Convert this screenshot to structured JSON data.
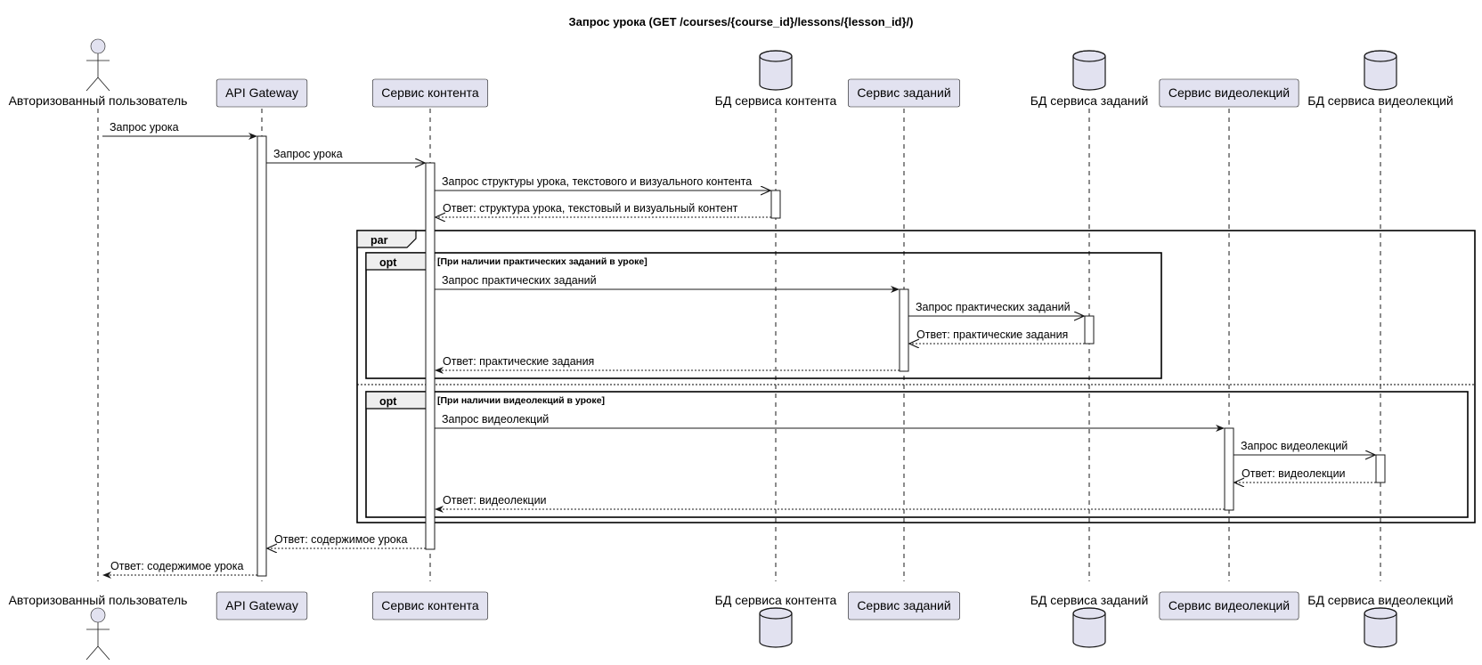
{
  "diagram": {
    "title": "Запрос урока (GET /courses/{course_id}/lessons/{lesson_id}/)",
    "colors": {
      "participant_fill": "#E2E2F0",
      "participant_stroke": "#181818",
      "lifeline": "#181818",
      "activation_fill": "#FFFFFF",
      "frame_stroke": "#000000",
      "line": "#181818"
    },
    "participants": [
      {
        "id": "user",
        "label": "Авторизованный пользователь",
        "shape": "actor"
      },
      {
        "id": "gateway",
        "label": "API Gateway",
        "shape": "box"
      },
      {
        "id": "content",
        "label": "Сервис контента",
        "shape": "box"
      },
      {
        "id": "content_db",
        "label": "БД сервиса контента",
        "shape": "database"
      },
      {
        "id": "tasks",
        "label": "Сервис заданий",
        "shape": "box"
      },
      {
        "id": "tasks_db",
        "label": "БД сервиса заданий",
        "shape": "database"
      },
      {
        "id": "video",
        "label": "Сервис видеолекций",
        "shape": "box"
      },
      {
        "id": "video_db",
        "label": "БД сервиса видеолекций",
        "shape": "database"
      }
    ],
    "messages": [
      {
        "from": "user",
        "to": "gateway",
        "label": "Запрос урока",
        "style": "sync"
      },
      {
        "from": "gateway",
        "to": "content",
        "label": "Запрос урока",
        "style": "async"
      },
      {
        "from": "content",
        "to": "content_db",
        "label": "Запрос структуры урока, текстового и визуального контента",
        "style": "async"
      },
      {
        "from": "content_db",
        "to": "content",
        "label": "Ответ: структура урока, текстовый и визуальный контент",
        "style": "return-open"
      },
      {
        "from": "content",
        "to": "tasks",
        "label": "Запрос практических заданий",
        "style": "sync"
      },
      {
        "from": "tasks",
        "to": "tasks_db",
        "label": "Запрос практических заданий",
        "style": "async"
      },
      {
        "from": "tasks_db",
        "to": "tasks",
        "label": "Ответ: практические задания",
        "style": "return-open"
      },
      {
        "from": "tasks",
        "to": "content",
        "label": "Ответ: практические задания",
        "style": "return-filled"
      },
      {
        "from": "content",
        "to": "video",
        "label": "Запрос видеолекций",
        "style": "sync"
      },
      {
        "from": "video",
        "to": "video_db",
        "label": "Запрос видеолекций",
        "style": "async"
      },
      {
        "from": "video_db",
        "to": "video",
        "label": "Ответ: видеолекции",
        "style": "return-open"
      },
      {
        "from": "video",
        "to": "content",
        "label": "Ответ: видеолекции",
        "style": "return-filled"
      },
      {
        "from": "content",
        "to": "gateway",
        "label": "Ответ: содержимое урока",
        "style": "return-open"
      },
      {
        "from": "gateway",
        "to": "user",
        "label": "Ответ: содержимое урока",
        "style": "return-filled"
      }
    ],
    "fragments": [
      {
        "id": "par",
        "label": "par",
        "guard": ""
      },
      {
        "id": "opt_tasks",
        "label": "opt",
        "guard": "[При наличии практических заданий в уроке]"
      },
      {
        "id": "opt_video",
        "label": "opt",
        "guard": "[При наличии видеолекций в уроке]"
      }
    ]
  }
}
